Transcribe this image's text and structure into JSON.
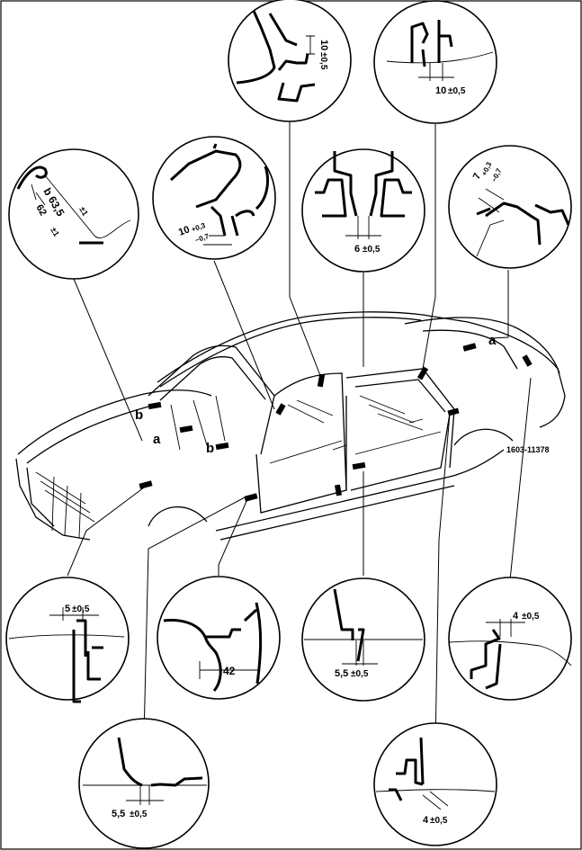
{
  "figure_id": "1603-11378",
  "markers": {
    "a": "a",
    "b": "b"
  },
  "callouts": [
    {
      "id": "top-center-left",
      "value": "10",
      "tol": "±0,5"
    },
    {
      "id": "top-center-right",
      "value": "10",
      "tol": "±0,5"
    },
    {
      "id": "left-top",
      "value_b": "b 63,5",
      "tol_b": "±1",
      "value_c": "62",
      "tol_c": "±1"
    },
    {
      "id": "mid-left",
      "value": "10",
      "tol_hi": "+0,3",
      "tol_lo": "−0,7"
    },
    {
      "id": "mid-center",
      "value": "6",
      "tol": "±0,5"
    },
    {
      "id": "right-top",
      "value": "7",
      "tol_hi": "+0,3",
      "tol_lo": "−0,7"
    },
    {
      "id": "lower-1",
      "value": "5",
      "tol": "±0,5"
    },
    {
      "id": "lower-2",
      "value": "42",
      "tol": ""
    },
    {
      "id": "lower-3",
      "value": "5,5",
      "tol": "±0,5"
    },
    {
      "id": "lower-4",
      "value": "4",
      "tol": "±0,5"
    },
    {
      "id": "bottom-left",
      "value": "5,5",
      "tol": "±0,5"
    },
    {
      "id": "bottom-right",
      "value": "4",
      "tol": "±0,5"
    }
  ]
}
